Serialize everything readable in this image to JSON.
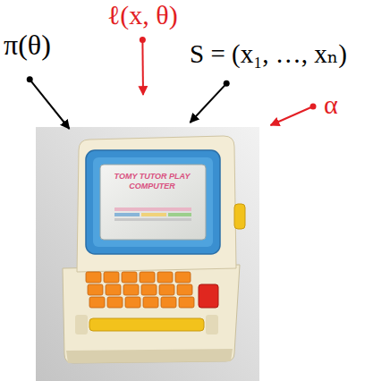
{
  "diagram": {
    "nodes": [
      {
        "text": [
          "ℓ(x, θ)"
        ]
      },
      {
        "text": [
          "π(θ)"
        ]
      },
      {
        "text": [
          "S = (x₁, …, xₙ)"
        ]
      },
      {
        "text": [
          "α"
        ]
      },
      {
        "text": [
          "TOMY TUTOR PLAY COMPUTER"
        ]
      }
    ],
    "edges": [
      {
        "from": 0,
        "to": 4,
        "arrow": "to"
      },
      {
        "from": 1,
        "to": 4,
        "arrow": "to"
      },
      {
        "from": 2,
        "to": 4,
        "arrow": "to"
      },
      {
        "from": 3,
        "to": 4,
        "arrow": "to"
      }
    ]
  }
}
